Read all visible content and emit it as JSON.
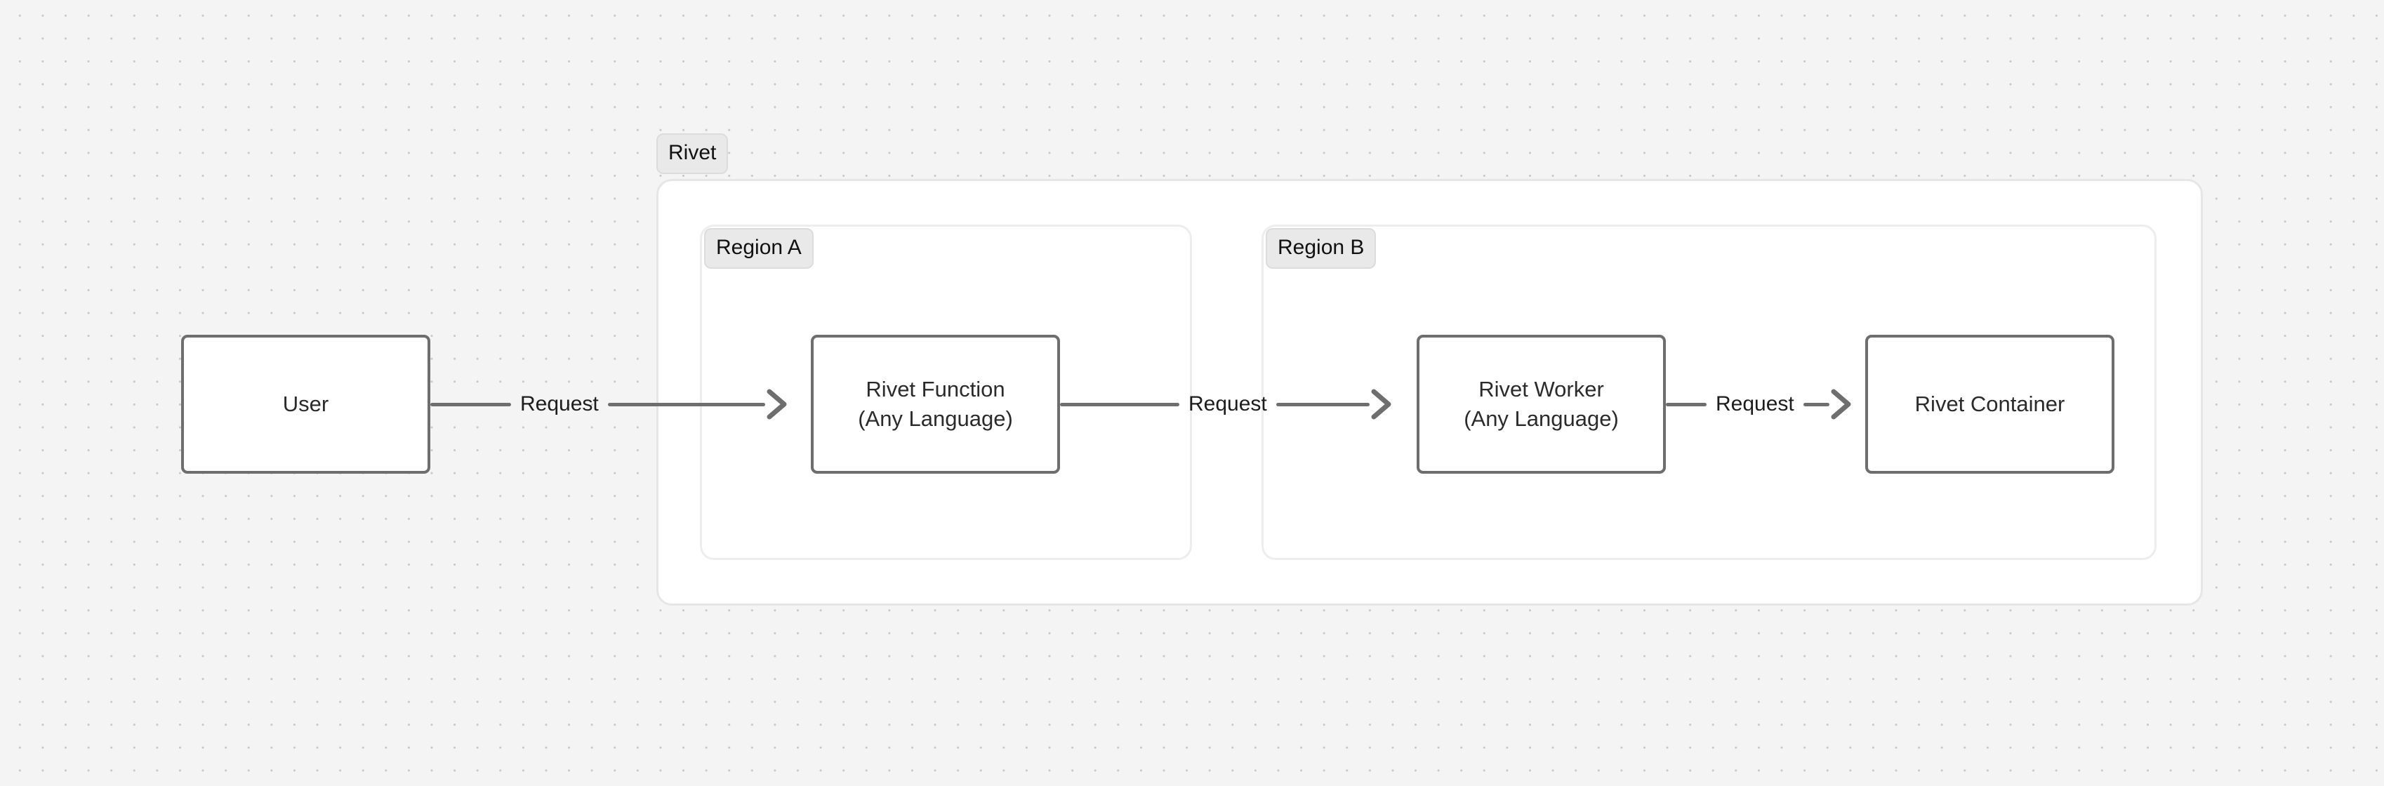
{
  "diagram": {
    "background_color": "#f4f4f4",
    "grid": "dot-grid",
    "node_border_color": "#6e6e6e",
    "group_border_color": "#e6e6e6",
    "badge_color": "#e9e9e9"
  },
  "groups": {
    "rivet": {
      "label": "Rivet"
    },
    "region_a": {
      "label": "Region A"
    },
    "region_b": {
      "label": "Region B"
    }
  },
  "nodes": {
    "user": {
      "label": "User",
      "sublabel": ""
    },
    "rivet_function": {
      "label": "Rivet Function",
      "sublabel": "(Any Language)"
    },
    "rivet_worker": {
      "label": "Rivet Worker",
      "sublabel": "(Any Language)"
    },
    "rivet_container": {
      "label": "Rivet Container",
      "sublabel": ""
    }
  },
  "edges": [
    {
      "id": "user-to-function",
      "label": "Request",
      "from": "user",
      "to": "rivet_function"
    },
    {
      "id": "function-to-worker",
      "label": "Request",
      "from": "rivet_function",
      "to": "rivet_worker"
    },
    {
      "id": "worker-to-container",
      "label": "Request",
      "from": "rivet_worker",
      "to": "rivet_container"
    }
  ]
}
